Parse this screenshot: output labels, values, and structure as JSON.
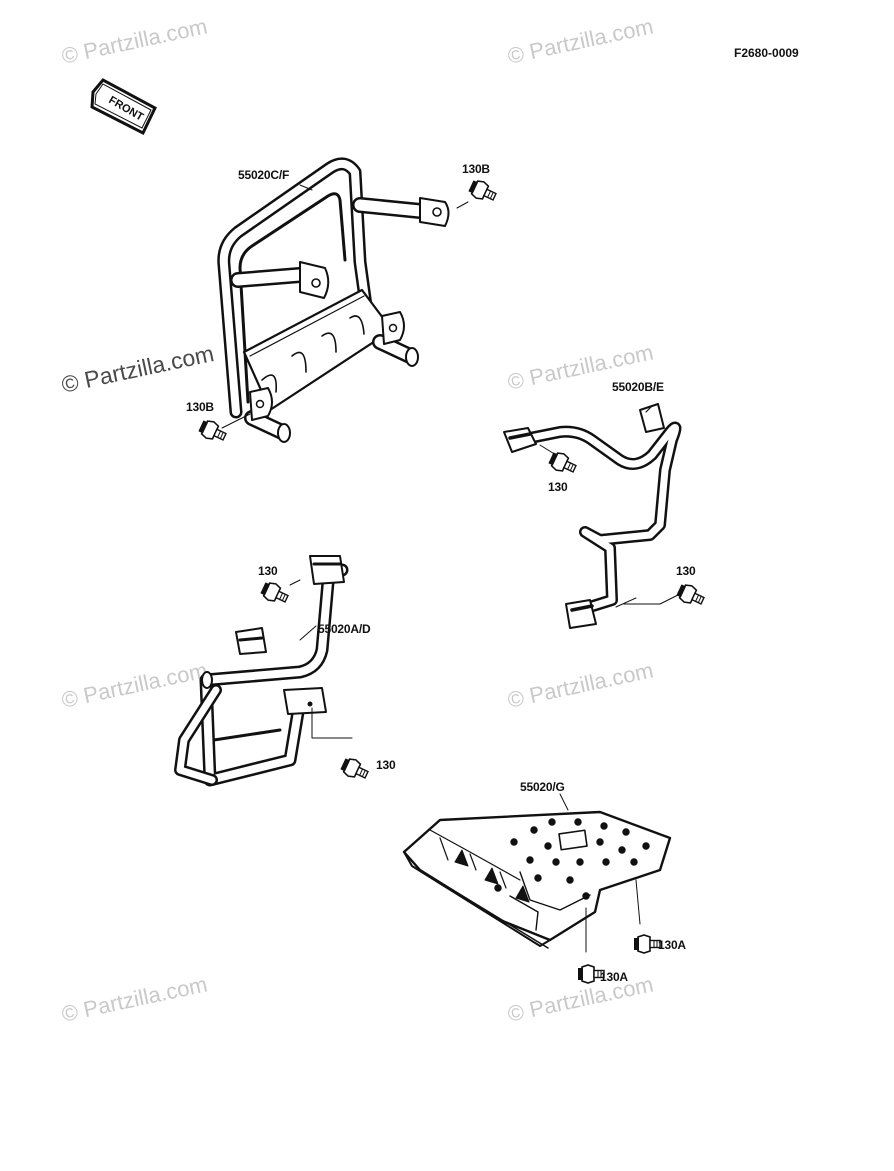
{
  "document": {
    "figure_id": "F2680-0009",
    "front_arrow_label": "FRONT"
  },
  "watermark": {
    "text": "© Partzilla.com"
  },
  "parts": {
    "front_guard": {
      "part_no": "55020C/F",
      "bolt_upper": "130B",
      "bolt_lower": "130B"
    },
    "rear_right_guard": {
      "part_no": "55020B/E",
      "bolt_upper": "130",
      "bolt_lower": "130"
    },
    "rear_left_guard": {
      "part_no": "55020A/D",
      "bolt_upper": "130",
      "bolt_lower": "130"
    },
    "skid_plate": {
      "part_no": "55020/G",
      "bolt_right": "130A",
      "bolt_left": "130A"
    }
  },
  "colors": {
    "line": "#111111",
    "watermark": "#c9c9c9"
  }
}
